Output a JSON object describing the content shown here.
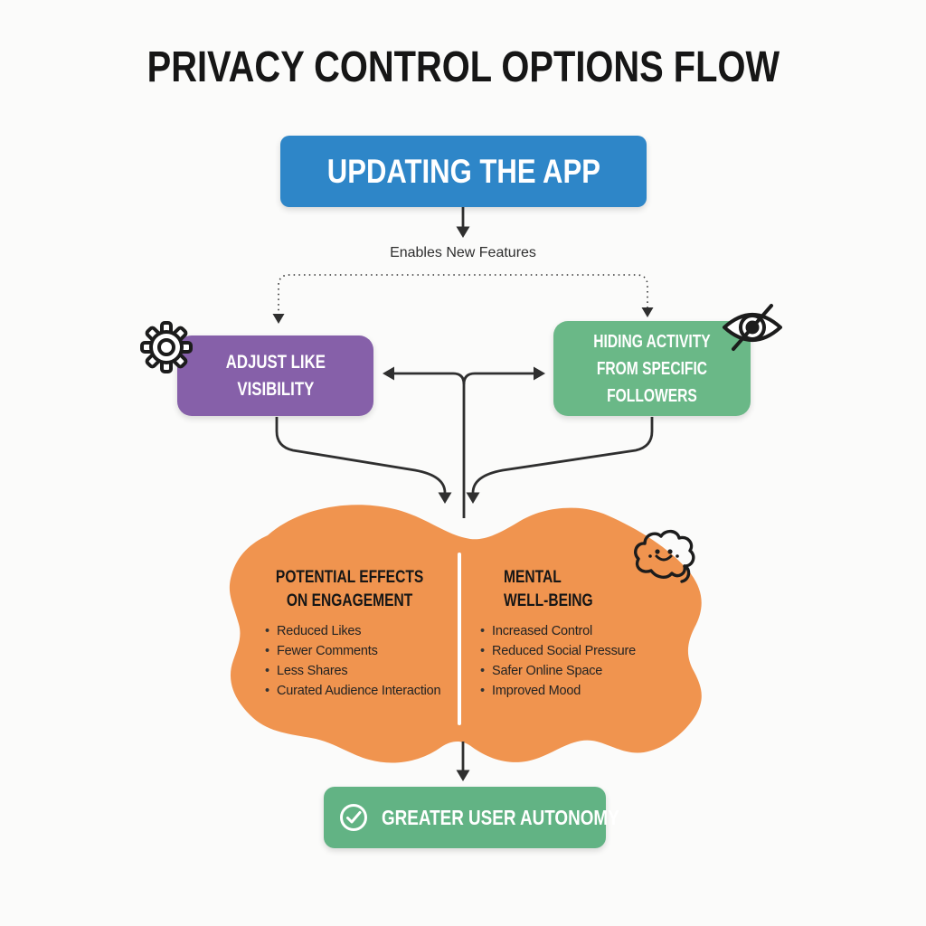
{
  "title": "PRIVACY CONTROL OPTIONS FLOW",
  "colors": {
    "bg": "#fbfbfa",
    "ink": "#161616",
    "line": "#2f2f2f",
    "blue": "#2e86c8",
    "purple": "#8660a9",
    "green": "#6ab887",
    "green2": "#62b384",
    "orange": "#f0944f"
  },
  "nodes": {
    "update_app": {
      "label": "UPDATING THE APP"
    },
    "adjust_like": {
      "label": "ADJUST LIKE\nVISIBILITY",
      "icon": "gear-icon"
    },
    "hide_activity": {
      "label": "HIDING ACTIVITY\nFROM SPECIFIC\nFOLLOWERS",
      "icon": "eye-off-icon"
    },
    "autonomy": {
      "label": "GREATER USER AUTONOMY",
      "icon": "check-circle-icon"
    }
  },
  "edges": {
    "enables_label": "Enables New Features"
  },
  "effects_blob": {
    "icon": "brain-icon",
    "columns": [
      {
        "heading": "POTENTIAL EFFECTS\nON ENGAGEMENT",
        "items": [
          "Reduced Likes",
          "Fewer Comments",
          "Less Shares",
          "Curated Audience Interaction"
        ]
      },
      {
        "heading": "MENTAL\nWELL-BEING",
        "items": [
          "Increased Control",
          "Reduced Social Pressure",
          "Safer Online Space",
          "Improved Mood"
        ]
      }
    ]
  }
}
